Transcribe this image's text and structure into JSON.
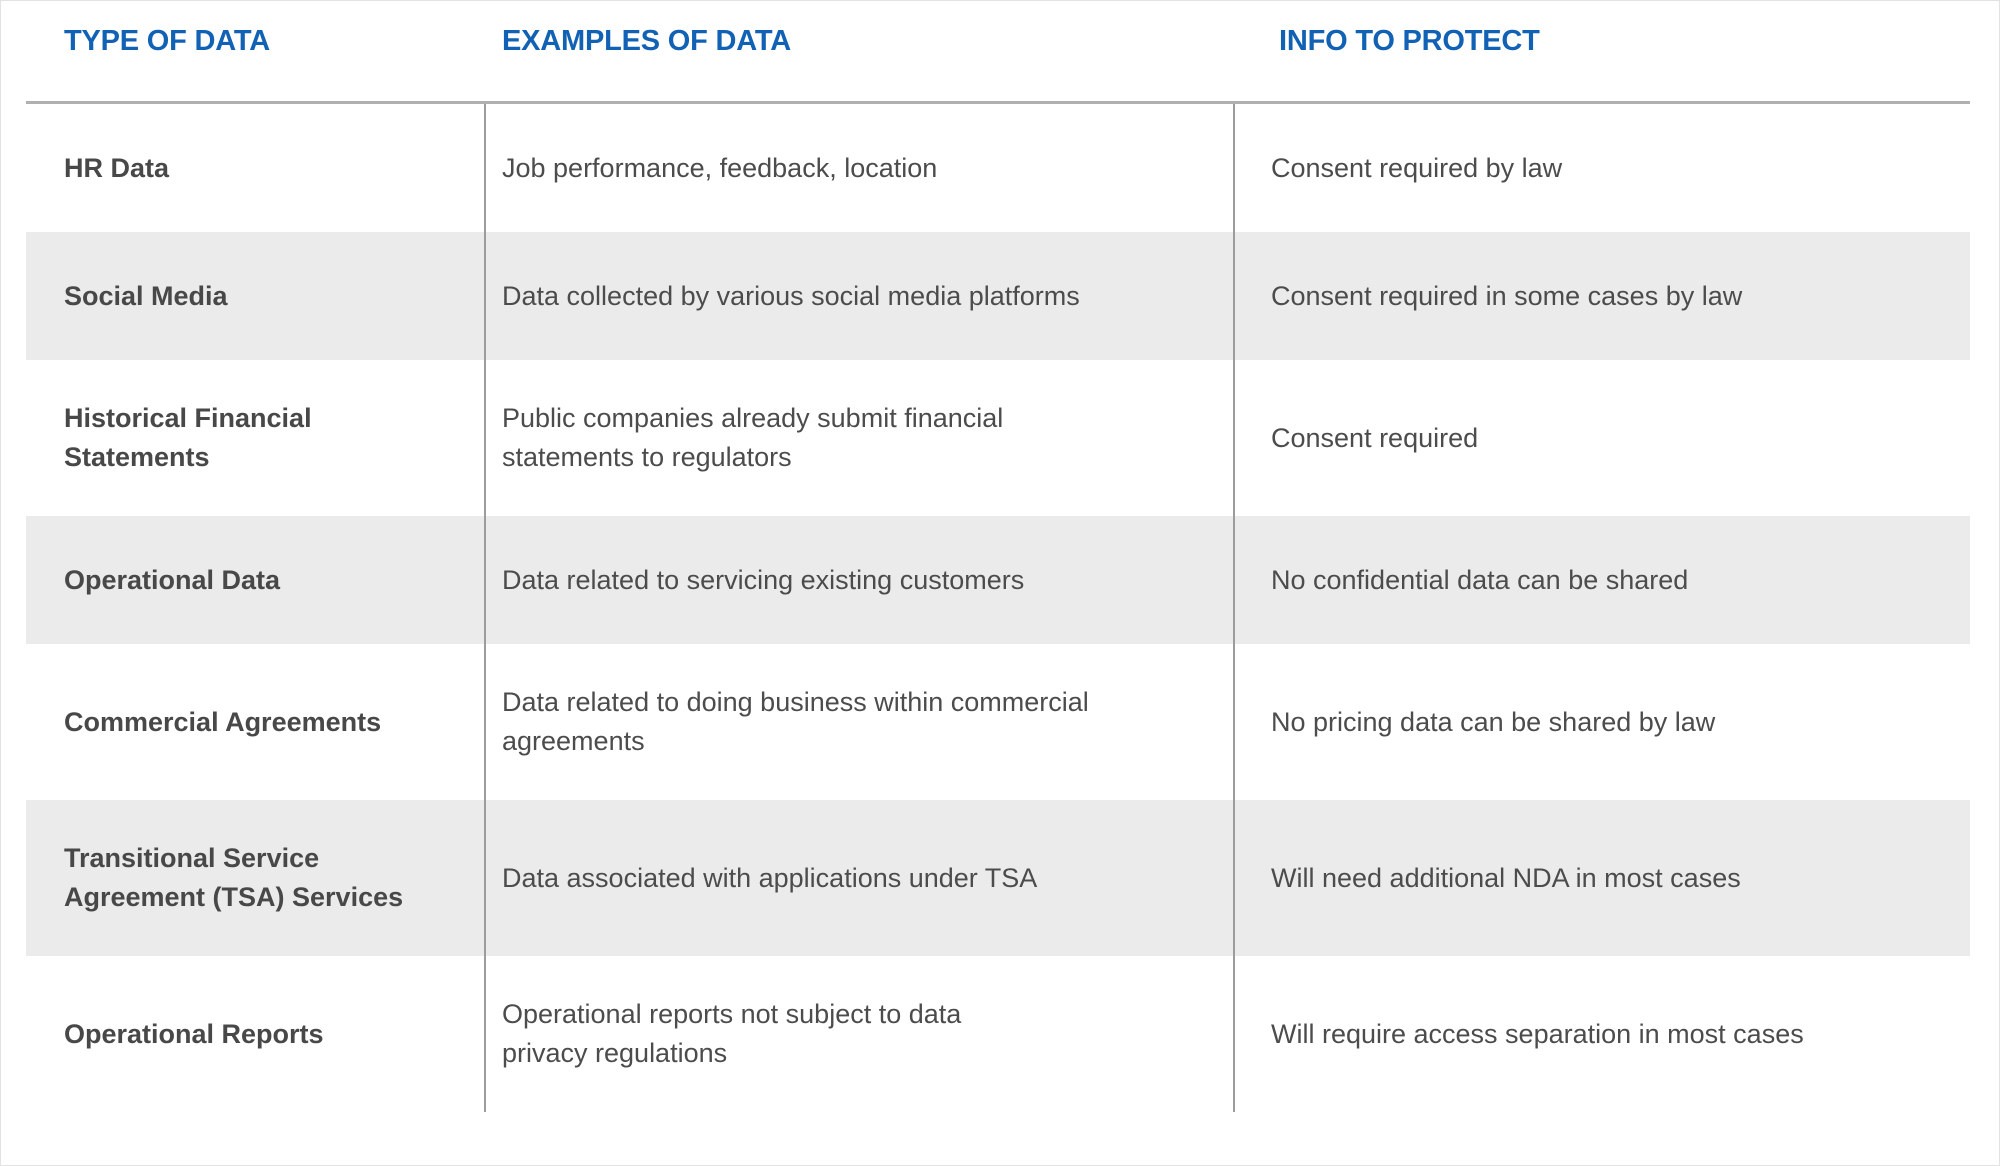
{
  "header": {
    "columns": {
      "type": "TYPE OF DATA",
      "examples": "EXAMPLES OF DATA",
      "protect": "INFO TO PROTECT"
    }
  },
  "rows": [
    {
      "type": "HR Data",
      "examples": "Job performance, feedback, location",
      "protect": "Consent required by law"
    },
    {
      "type": "Social Media",
      "examples": "Data collected by various social media platforms",
      "protect": "Consent required in some cases by law"
    },
    {
      "type": "Historical Financial\nStatements",
      "examples": "Public companies already submit financial\nstatements to regulators",
      "protect": "Consent required"
    },
    {
      "type": "Operational Data",
      "examples": "Data related to servicing existing customers",
      "protect": "No confidential data can be shared"
    },
    {
      "type": "Commercial Agreements",
      "examples": "Data related to doing business within commercial\nagreements",
      "protect": "No pricing data can be shared by law"
    },
    {
      "type": "Transitional Service\nAgreement (TSA) Services",
      "examples": "Data associated with applications under TSA",
      "protect": "Will need additional NDA in most cases"
    },
    {
      "type": "Operational Reports",
      "examples": "Operational reports not subject to data\nprivacy regulations",
      "protect": "Will require access separation in most cases"
    }
  ],
  "colors": {
    "header_text": "#1161b4",
    "body_text": "#4c4c4c",
    "row_shade": "#ebebeb",
    "column_divider": "#9c9c9c",
    "header_rule": "#b0b0b0",
    "background": "#ffffff"
  }
}
